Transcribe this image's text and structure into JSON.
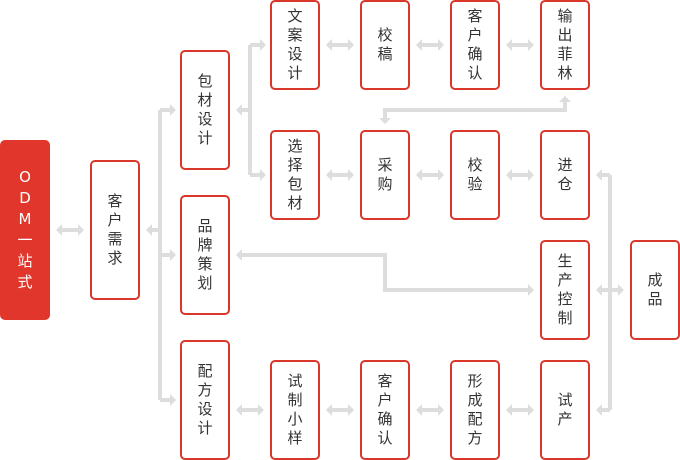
{
  "theme": {
    "accent": "#d9372a",
    "accent_fill": "#e0362b",
    "connector": "#dddddd",
    "text": "#333333"
  },
  "nodes": {
    "odm": "ODM一站式",
    "customer_needs": "客户需求",
    "packaging_design": "包材设计",
    "brand_planning": "品牌策划",
    "formula_design": "配方设计",
    "copy_design": "文案设计",
    "proofreading": "校稿",
    "customer_confirm_1": "客户确认",
    "output_film": "输出菲林",
    "select_packaging": "选择包材",
    "purchasing": "采购",
    "inspection": "校验",
    "warehousing": "进仓",
    "production_control": "生产控制",
    "trial_sample": "试制小样",
    "customer_confirm_2": "客户确认",
    "form_formula": "形成配方",
    "trial_production": "试产",
    "finished_product": "成品"
  }
}
